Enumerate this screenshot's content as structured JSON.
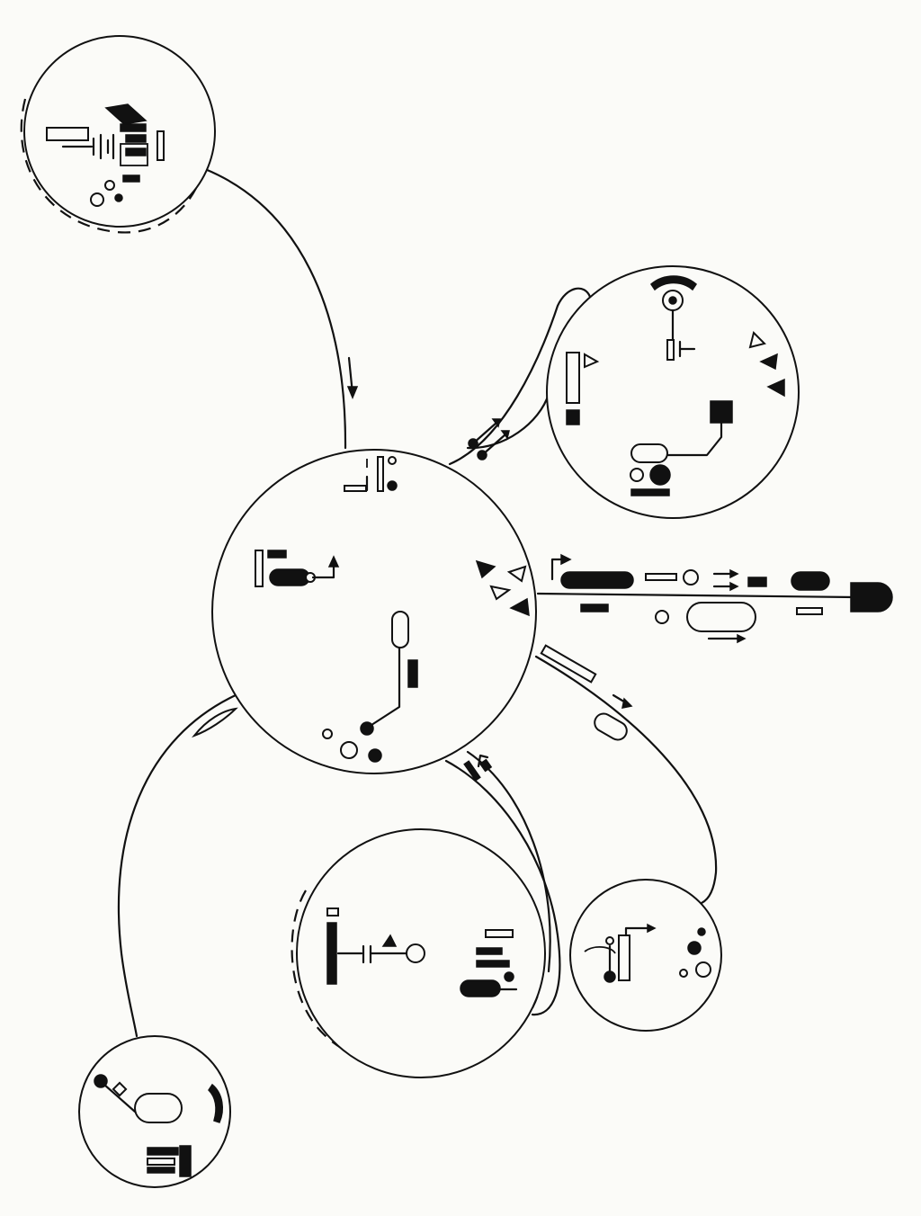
{
  "diagram": {
    "style": "hand-drawn black ink schematic on off-white paper",
    "colors": {
      "ink": "#111111",
      "paper": "#fbfbf8"
    },
    "nodes": [
      {
        "id": "central-circle",
        "role": "hub",
        "dashed_outer_ring": false
      },
      {
        "id": "top-left-circle",
        "role": "satellite",
        "dashed_outer_ring": true
      },
      {
        "id": "upper-right-circle",
        "role": "satellite",
        "dashed_outer_ring": false
      },
      {
        "id": "lower-middle-circle",
        "role": "satellite",
        "dashed_outer_ring": true
      },
      {
        "id": "lower-right-circle",
        "role": "satellite",
        "dashed_outer_ring": false
      },
      {
        "id": "bottom-left-circle",
        "role": "satellite",
        "dashed_outer_ring": false
      }
    ],
    "connections": [
      {
        "from": "top-left-circle",
        "to": "central-circle",
        "arrow": "toward-hub"
      },
      {
        "from": "central-circle",
        "to": "upper-right-circle",
        "arrow": "toward-satellite"
      },
      {
        "from": "central-circle",
        "to": "right-edge-line",
        "arrow": "outward"
      },
      {
        "from": "central-circle",
        "to": "lower-right-circle",
        "arrow": "toward-satellite"
      },
      {
        "from": "central-circle",
        "to": "lower-middle-circle",
        "arrow": "toward-satellite"
      },
      {
        "from": "central-circle",
        "to": "bottom-left-circle",
        "arrow": "none"
      }
    ]
  }
}
